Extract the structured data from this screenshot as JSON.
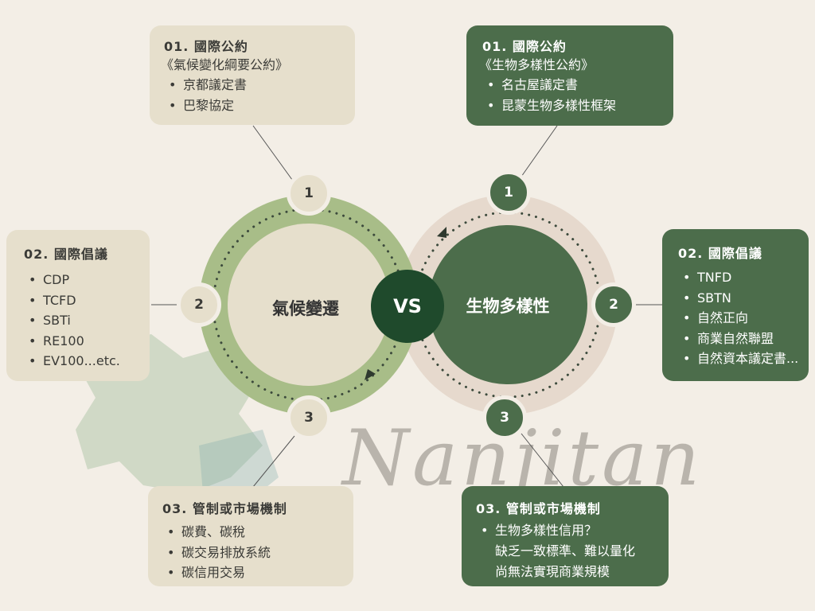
{
  "left": {
    "center_label": "氣候變遷",
    "markers": [
      "1",
      "2",
      "3"
    ],
    "box1": {
      "title": "01. 國際公約",
      "subtitle": "《氣候變化綱要公約》",
      "items": [
        "京都議定書",
        "巴黎協定"
      ]
    },
    "box2": {
      "title": "02. 國際倡議",
      "items": [
        "CDP",
        "TCFD",
        "SBTi",
        "RE100",
        "EV100...etc."
      ]
    },
    "box3": {
      "title": "03. 管制或市場機制",
      "items": [
        "碳費、碳稅",
        "碳交易排放系統",
        "碳信用交易"
      ]
    }
  },
  "vs_label": "VS",
  "right": {
    "center_label": "生物多樣性",
    "markers": [
      "1",
      "2",
      "3"
    ],
    "box1": {
      "title": "01. 國際公約",
      "subtitle": "《生物多樣性公約》",
      "items": [
        "名古屋議定書",
        "昆蒙生物多樣性框架"
      ]
    },
    "box2": {
      "title": "02. 國際倡議",
      "items": [
        "TNFD",
        "SBTN",
        "自然正向",
        "商業自然聯盟",
        "自然資本議定書..."
      ]
    },
    "box3": {
      "title": "03. 管制或市場機制",
      "item_lines": [
        "生物多樣性信用？",
        "缺乏一致標準、難以量化",
        "尚無法實現商業規模"
      ]
    }
  },
  "watermark": {
    "text": "Nanjitan"
  },
  "colors": {
    "background": "#f3eee6",
    "light_box": "#e6dfcc",
    "dark_box": "#4c6d4b",
    "left_ring": "#a8bd88",
    "right_ring": "#e6d9cd",
    "vs_circle": "#1f4a2c"
  }
}
